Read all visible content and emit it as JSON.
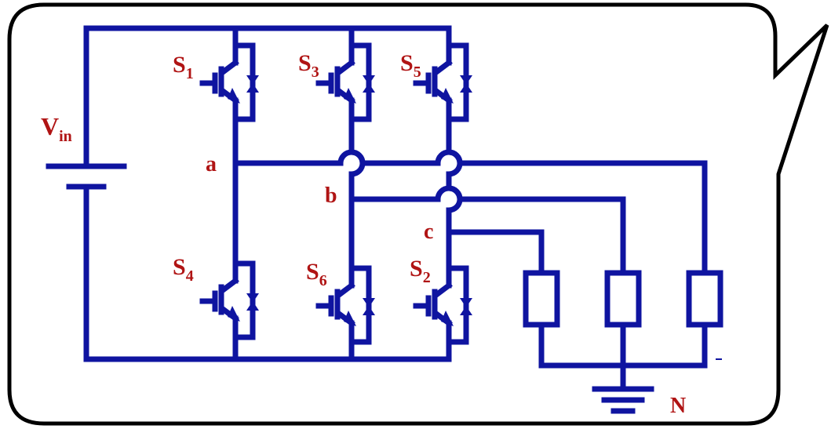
{
  "colors": {
    "wire": "#0f14a0",
    "label": "#b01414",
    "bubble_outline": "#000000",
    "background": "#ffffff"
  },
  "labels": {
    "vin": {
      "main": "V",
      "sub": "in"
    },
    "switches": [
      {
        "id": "S1",
        "main": "S",
        "sub": "1"
      },
      {
        "id": "S3",
        "main": "S",
        "sub": "3"
      },
      {
        "id": "S5",
        "main": "S",
        "sub": "5"
      },
      {
        "id": "S4",
        "main": "S",
        "sub": "4"
      },
      {
        "id": "S6",
        "main": "S",
        "sub": "6"
      },
      {
        "id": "S2",
        "main": "S",
        "sub": "2"
      }
    ],
    "nodes": {
      "a": "a",
      "b": "b",
      "c": "c"
    },
    "neutral": "N"
  },
  "icons": [
    "speech-bubble-outline",
    "dc-source-icon",
    "igbt-icon",
    "resistor-icon",
    "ground-icon"
  ]
}
